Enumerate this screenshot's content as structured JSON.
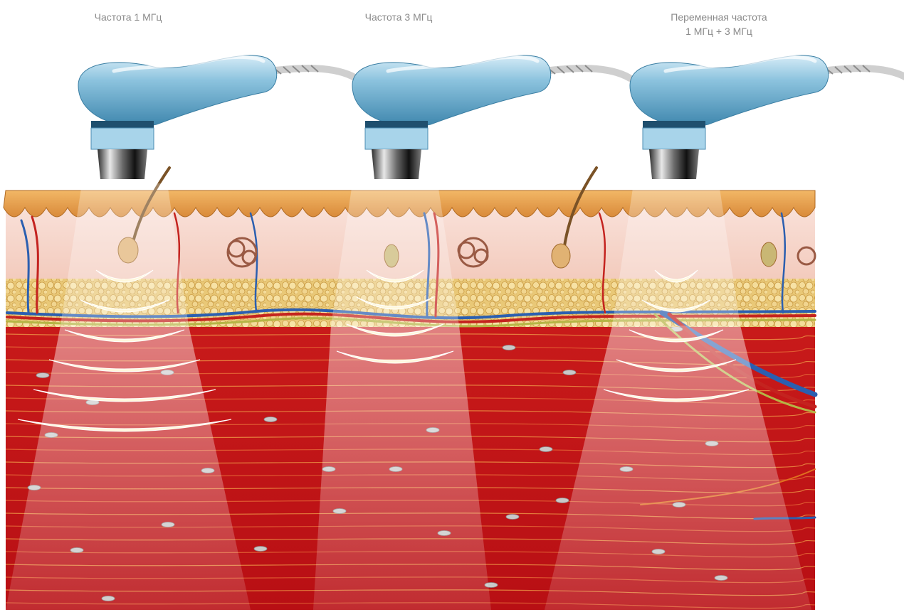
{
  "labels": {
    "freq_1": "Частота 1 МГц",
    "freq_3": "Частота 3 МГц",
    "freq_var_line1": "Переменная частота",
    "freq_var_line2": "1 МГц + 3 МГц"
  },
  "colors": {
    "background": "#ffffff",
    "label_text": "#8a8a8a",
    "probe_body": "#7fb8d6",
    "probe_head": "#9cc9e0",
    "skin_top": "#e8a24a",
    "dermis": "#f6d8cc",
    "fat": "#e8c27a",
    "muscle": "#c8161b",
    "muscle_fiber": "#e86a3a",
    "wave": "#fff7d6",
    "blood_red": "#c4231f",
    "blood_blue": "#2b5fb0",
    "nerve": "#b5b545"
  },
  "scene": {
    "probes": [
      {
        "name": "probe-1mhz",
        "waves": 6
      },
      {
        "name": "probe-3mhz",
        "waves": 4
      },
      {
        "name": "probe-variable",
        "waves": 5
      }
    ]
  }
}
